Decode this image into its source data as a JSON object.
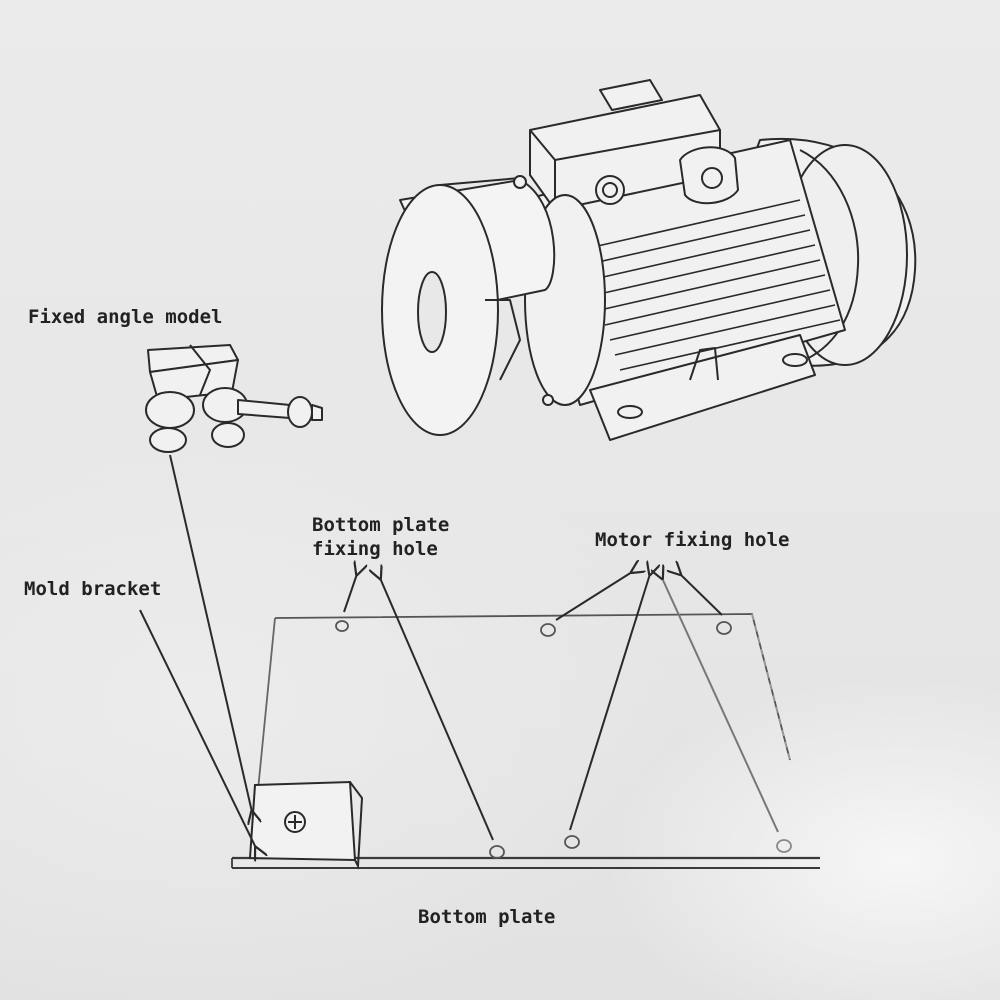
{
  "labels": {
    "fixed_angle_model": "Fixed angle model",
    "mold_bracket": "Mold bracket",
    "bottom_plate_fixing_hole_line1": "Bottom plate",
    "bottom_plate_fixing_hole_line2": "fixing hole",
    "motor_fixing_hole": "Motor fixing hole",
    "bottom_plate": "Bottom plate"
  },
  "colors": {
    "ink": "#2a2a2a",
    "paper": "#e9e9e9",
    "fill": "#f1f1f1"
  },
  "icons": {
    "motor": "electric-motor-illustration",
    "clamp": "fixed-angle-clamp-illustration",
    "bracket": "mold-bracket-illustration",
    "plate": "bottom-plate-illustration"
  }
}
